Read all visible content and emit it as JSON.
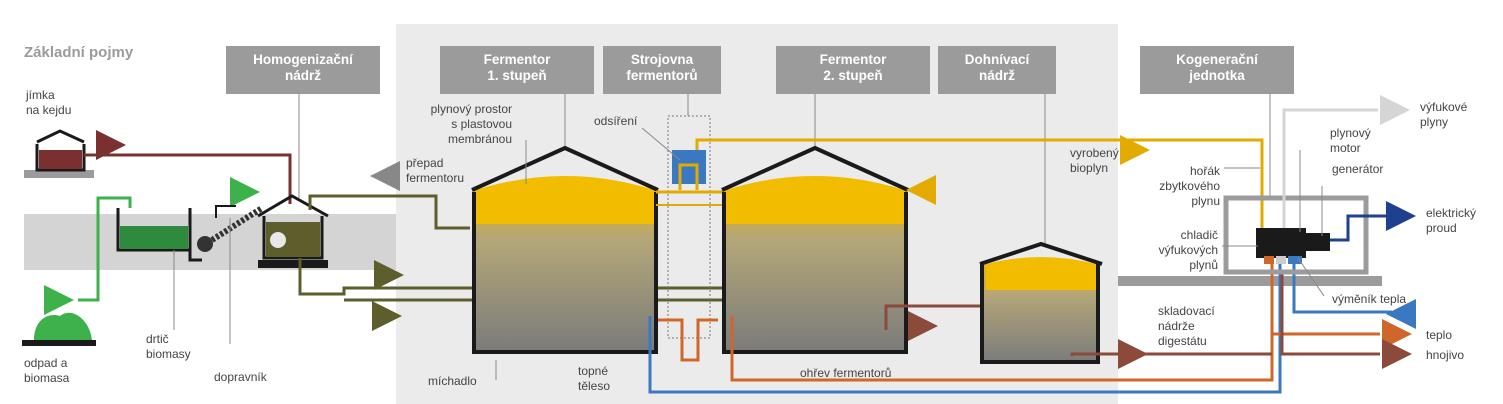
{
  "title": "Základní pojmy",
  "headers": {
    "homogenization_tank": "Homogenizační\nnádrž",
    "fermenter_1": "Fermentor\n1. stupeň",
    "fermenter_machinery": "Strojovna\nfermentorů",
    "fermenter_2": "Fermentor\n2. stupeň",
    "post_digester": "Dohnívací\nnádrž",
    "cogeneration_unit": "Kogenerační\njednotka"
  },
  "labels": {
    "slurry_pit": "jímka\nna kejdu",
    "waste_biomass": "odpad a\nbiomasa",
    "biomass_crusher": "drtič\nbiomasy",
    "conveyor": "dopravník",
    "gas_space": "plynový prostor\ns plastovou\nmembránou",
    "desulfurization": "odsíření",
    "fermenter_overflow": "přepad\nfermentoru",
    "mixer": "míchadlo",
    "heating_element": "topné\ntěleso",
    "fermenter_heating": "ohřev fermentorů",
    "produced_biogas": "vyrobený\nbioplyn",
    "storage_tanks": "skladovací\nnádrže\ndigestátu",
    "waste_gas_burner": "hořák\nzbytkového\nplynu",
    "exhaust_cooler": "chladič\nvýfukových\nplynů",
    "gas_engine": "plynový\nmotor",
    "generator": "generátor",
    "heat_exchanger": "výměník tepla",
    "exhaust_gases": "výfukové\nplyny",
    "electricity": "elektrický\nproud",
    "heat": "teplo",
    "fertilizer": "hnojivo"
  },
  "colors": {
    "header_bg": "#9b9b9b",
    "panel_bg": "#ebebeb",
    "gas_yellow": "#f2bd00",
    "pipe_gas": "#e3aa00",
    "slurry_brown": "#7a3030",
    "olive": "#5e5e2c",
    "green": "#3db24a",
    "heat_orange": "#d0672a",
    "fertilizer_brown": "#8b4a3a",
    "cold_blue": "#3a78c2",
    "electric_navy": "#1f3f8f",
    "exhaust_gray": "#d5d5d5",
    "tank_outline": "#1a1a1a"
  }
}
